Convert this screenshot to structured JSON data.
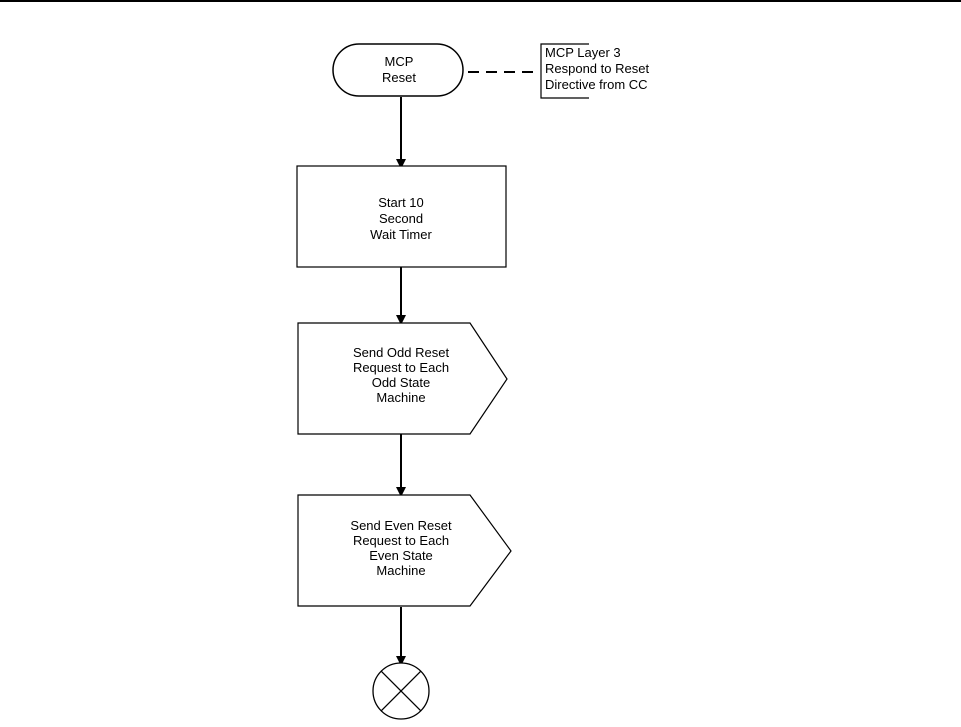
{
  "diagram": {
    "start": {
      "line1": "MCP",
      "line2": "Reset"
    },
    "annotation": {
      "line1": "MCP Layer 3",
      "line2": "Respond to Reset",
      "line3": "Directive from CC"
    },
    "step1": {
      "line1": "Start 10",
      "line2": "Second",
      "line3": "Wait Timer"
    },
    "step2": {
      "line1": "Send Odd Reset",
      "line2": "Request to Each",
      "line3": "Odd State",
      "line4": "Machine"
    },
    "step3": {
      "line1": "Send Even Reset",
      "line2": "Request to Each",
      "line3": "Even State",
      "line4": "Machine"
    }
  }
}
